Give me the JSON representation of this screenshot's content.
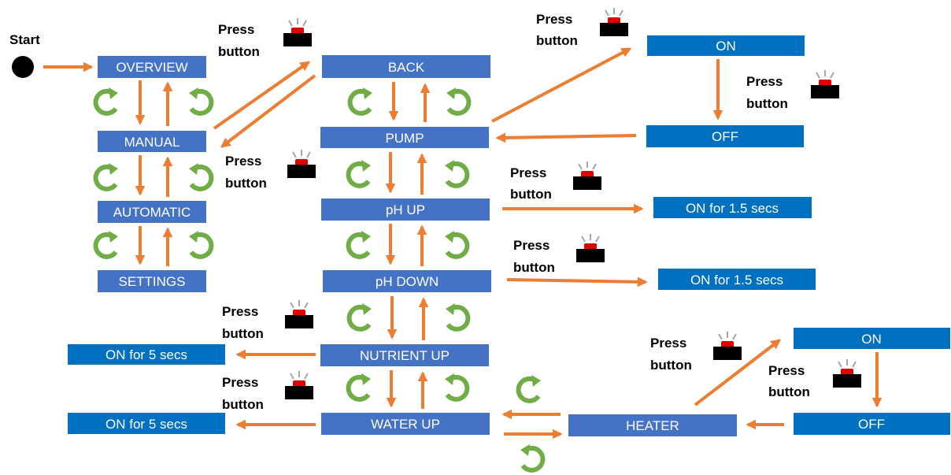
{
  "colors": {
    "menu_box": "#4472C4",
    "state_box": "#0070C0",
    "arrow": "#ED7D31",
    "loop": "#70AD47",
    "button_base": "#000000",
    "button_top": "#E00000",
    "button_rays": "#A6A6A6"
  },
  "start": {
    "label": "Start"
  },
  "main_menu": {
    "overview": "OVERVIEW",
    "manual": "MANUAL",
    "automatic": "AUTOMATIC",
    "settings": "SETTINGS"
  },
  "manual_menu": {
    "back": "BACK",
    "pump": "PUMP",
    "ph_up": "pH UP",
    "ph_down": "pH DOWN",
    "nutrient_up": "NUTRIENT UP",
    "water_up": "WATER UP",
    "heater": "HEATER"
  },
  "states": {
    "pump_on": "ON",
    "pump_off": "OFF",
    "ph_up_on": "ON for 1.5 secs",
    "ph_down_on": "ON for 1.5 secs",
    "nutrient_on": "ON for 5 secs",
    "water_on": "ON for 5 secs",
    "heater_on": "ON",
    "heater_off": "OFF"
  },
  "button_labels": {
    "line1": "Press",
    "line2": "button"
  },
  "icons": {
    "press_button": "push-button-icon",
    "cycle_clockwise": "clockwise-arrow-icon",
    "cycle_counterclockwise": "counterclockwise-arrow-icon",
    "start_node": "start-circle-icon"
  }
}
